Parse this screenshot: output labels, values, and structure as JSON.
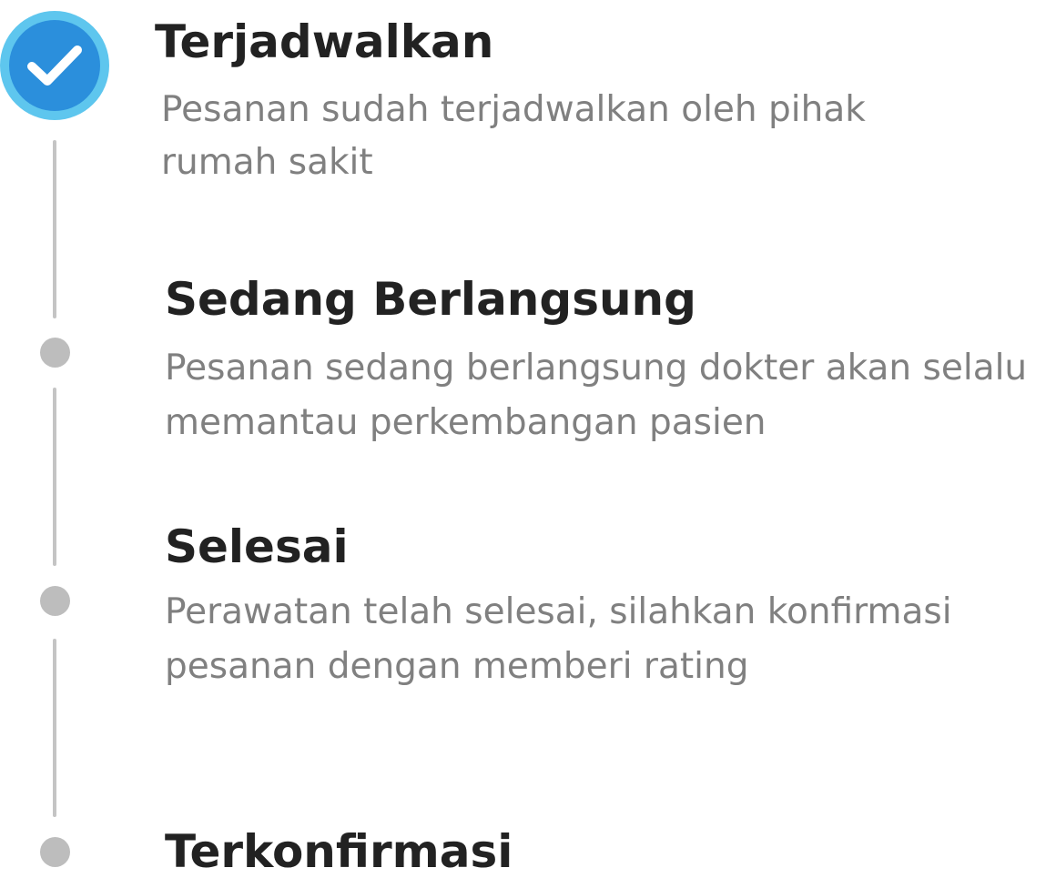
{
  "timeline": {
    "steps": [
      {
        "title": "Terjadwalkan",
        "description_lines": [
          "Pesanan sudah terjadwalkan oleh pihak",
          "rumah sakit"
        ],
        "status": "completed",
        "icon": "check-icon"
      },
      {
        "title": "Sedang Berlangsung",
        "description_lines": [
          "Pesanan sedang berlangsung dokter akan selalu",
          "memantau perkembangan pasien"
        ],
        "status": "pending",
        "icon": "dot-icon"
      },
      {
        "title": "Selesai",
        "description_lines": [
          "Perawatan telah selesai, silahkan konfirmasi",
          "pesanan dengan memberi rating"
        ],
        "status": "pending",
        "icon": "dot-icon"
      },
      {
        "title": "Terkonfirmasi",
        "description_lines": [],
        "status": "pending",
        "icon": "dot-icon"
      }
    ]
  },
  "colors": {
    "active_fill": "#2b8fdc",
    "active_ring": "#5ec6ee",
    "inactive_dot": "#bdbdbd",
    "connector": "#c4c4c4",
    "title_text": "#222222",
    "description_text": "#808080"
  }
}
